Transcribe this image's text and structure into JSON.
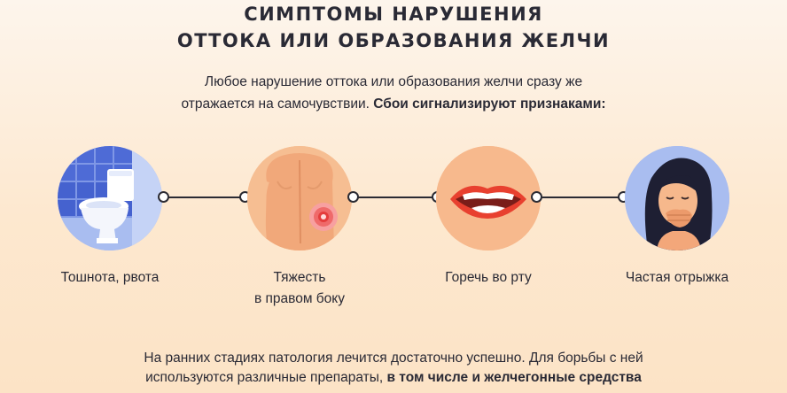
{
  "header": {
    "title_line1": "СИМПТОМЫ НАРУШЕНИЯ",
    "title_line2": "ОТТОКА ИЛИ ОБРАЗОВАНИЯ ЖЕЛЧИ"
  },
  "intro": {
    "line1": "Любое нарушение оттока или образования желчи сразу же",
    "line2_regular": "отражается на самочувствии. ",
    "line2_bold": "Сбои сигнализируют признаками:"
  },
  "symptoms": [
    {
      "label_line1": "Тошнота, рвота",
      "label_line2": "",
      "icon": "toilet-icon"
    },
    {
      "label_line1": "Тяжесть",
      "label_line2": "в правом боку",
      "icon": "back-pain-icon"
    },
    {
      "label_line1": "Горечь во рту",
      "label_line2": "",
      "icon": "mouth-icon"
    },
    {
      "label_line1": "Частая отрыжка",
      "label_line2": "",
      "icon": "burping-woman-icon"
    }
  ],
  "footer": {
    "line1": "На ранних стадиях патология лечится достаточно успешно. Для борьбы с ней",
    "line2_regular": "используются различные препараты, ",
    "line2_bold": "в том числе и желчегонные средства"
  },
  "colors": {
    "background": "#fde8cf",
    "circle_blue": "#a9bdf0",
    "circle_peach": "#f7b98d",
    "line": "#2b2b33"
  }
}
